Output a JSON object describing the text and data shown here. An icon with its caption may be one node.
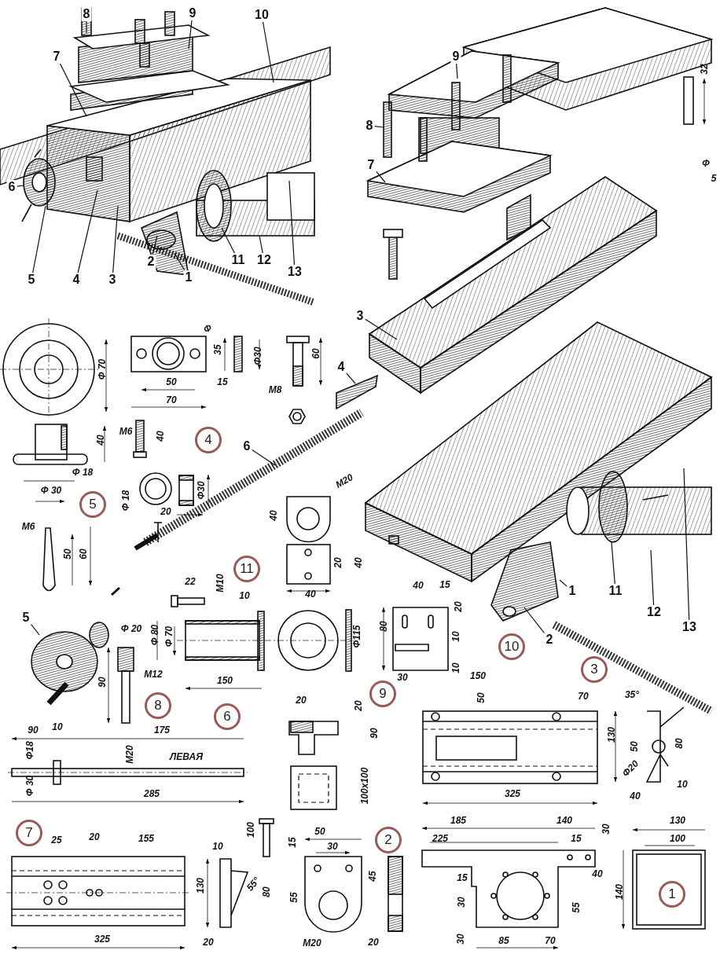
{
  "diagram": {
    "nodes": [
      {
        "text": [
          "8"
        ]
      },
      {
        "text": [
          "9"
        ]
      },
      {
        "text": [
          "10"
        ]
      },
      {
        "text": [
          "7"
        ]
      },
      {
        "text": [
          "6"
        ]
      },
      {
        "text": [
          "5"
        ]
      },
      {
        "text": [
          "4"
        ]
      },
      {
        "text": [
          "3"
        ]
      },
      {
        "text": [
          "2"
        ]
      },
      {
        "text": [
          "1"
        ]
      },
      {
        "text": [
          "11"
        ]
      },
      {
        "text": [
          "12"
        ]
      },
      {
        "text": [
          "13"
        ]
      },
      {
        "text": [
          "8"
        ]
      },
      {
        "text": [
          "9"
        ]
      },
      {
        "text": [
          "7"
        ]
      },
      {
        "text": [
          "3"
        ]
      },
      {
        "text": [
          "4"
        ]
      },
      {
        "text": [
          "6"
        ]
      },
      {
        "text": [
          "5"
        ]
      },
      {
        "text": [
          "1"
        ]
      },
      {
        "text": [
          "2"
        ]
      },
      {
        "text": [
          "11"
        ]
      },
      {
        "text": [
          "12"
        ]
      },
      {
        "text": [
          "13"
        ]
      },
      {
        "text": [
          "4"
        ]
      },
      {
        "text": [
          "5"
        ]
      },
      {
        "text": [
          "11"
        ]
      },
      {
        "text": [
          "8"
        ]
      },
      {
        "text": [
          "6"
        ]
      },
      {
        "text": [
          "9"
        ]
      },
      {
        "text": [
          "10"
        ]
      },
      {
        "text": [
          "3"
        ]
      },
      {
        "text": [
          "7"
        ]
      },
      {
        "text": [
          "2"
        ]
      },
      {
        "text": [
          "1"
        ]
      }
    ],
    "edges": [
      {
        "from": 0,
        "to": null,
        "arrow": "none"
      },
      {
        "from": 1,
        "to": null,
        "arrow": "none"
      },
      {
        "from": 2,
        "to": null,
        "arrow": "none"
      },
      {
        "from": 3,
        "to": null,
        "arrow": "none"
      },
      {
        "from": 4,
        "to": null,
        "arrow": "none"
      },
      {
        "from": 5,
        "to": null,
        "arrow": "none"
      },
      {
        "from": 6,
        "to": null,
        "arrow": "none"
      },
      {
        "from": 7,
        "to": null,
        "arrow": "none"
      },
      {
        "from": 8,
        "to": null,
        "arrow": "none"
      },
      {
        "from": 9,
        "to": null,
        "arrow": "none"
      },
      {
        "from": 10,
        "to": null,
        "arrow": "none"
      },
      {
        "from": 11,
        "to": null,
        "arrow": "none"
      },
      {
        "from": 12,
        "to": null,
        "arrow": "none"
      },
      {
        "from": 13,
        "to": null,
        "arrow": "none"
      },
      {
        "from": 14,
        "to": null,
        "arrow": "none"
      },
      {
        "from": 15,
        "to": null,
        "arrow": "none"
      },
      {
        "from": 16,
        "to": null,
        "arrow": "none"
      },
      {
        "from": 17,
        "to": null,
        "arrow": "none"
      },
      {
        "from": 18,
        "to": null,
        "arrow": "none"
      },
      {
        "from": 19,
        "to": null,
        "arrow": "none"
      },
      {
        "from": 20,
        "to": null,
        "arrow": "none"
      },
      {
        "from": 21,
        "to": null,
        "arrow": "none"
      },
      {
        "from": 22,
        "to": null,
        "arrow": "none"
      },
      {
        "from": 23,
        "to": null,
        "arrow": "none"
      },
      {
        "from": 24,
        "to": null,
        "arrow": "none"
      }
    ],
    "labels": [
      "32",
      "Φ",
      "5",
      "Φ",
      "Φ 70",
      "50",
      "70",
      "35",
      "15",
      "Φ30",
      "60",
      "M8",
      "40",
      "Φ 18",
      "Φ 30",
      "M6",
      "40",
      "Φ 18",
      "Φ30",
      "20",
      "M6",
      "50",
      "60",
      "M20",
      "40",
      "20",
      "40",
      "40",
      "22",
      "M10",
      "10",
      "Φ 80",
      "Φ 70",
      "Φ115",
      "150",
      "Φ 20",
      "90",
      "M12",
      "90",
      "10",
      "175",
      "Φ18",
      "M20",
      "ЛЕВАЯ",
      "Φ 30",
      "285",
      "20",
      "20",
      "90",
      "40",
      "15",
      "80",
      "20",
      "10",
      "10",
      "30",
      "150",
      "50",
      "70",
      "35°",
      "130",
      "50",
      "80",
      "Φ20",
      "325",
      "10",
      "40",
      "100x100",
      "25",
      "20",
      "155",
      "10",
      "100",
      "15",
      "50",
      "30",
      "130",
      "55°",
      "80",
      "45",
      "55",
      "325",
      "20",
      "M20",
      "20",
      "185",
      "140",
      "225",
      "15",
      "30",
      "130",
      "100",
      "40",
      "15",
      "30",
      "55",
      "140",
      "30",
      "85",
      "70"
    ]
  }
}
